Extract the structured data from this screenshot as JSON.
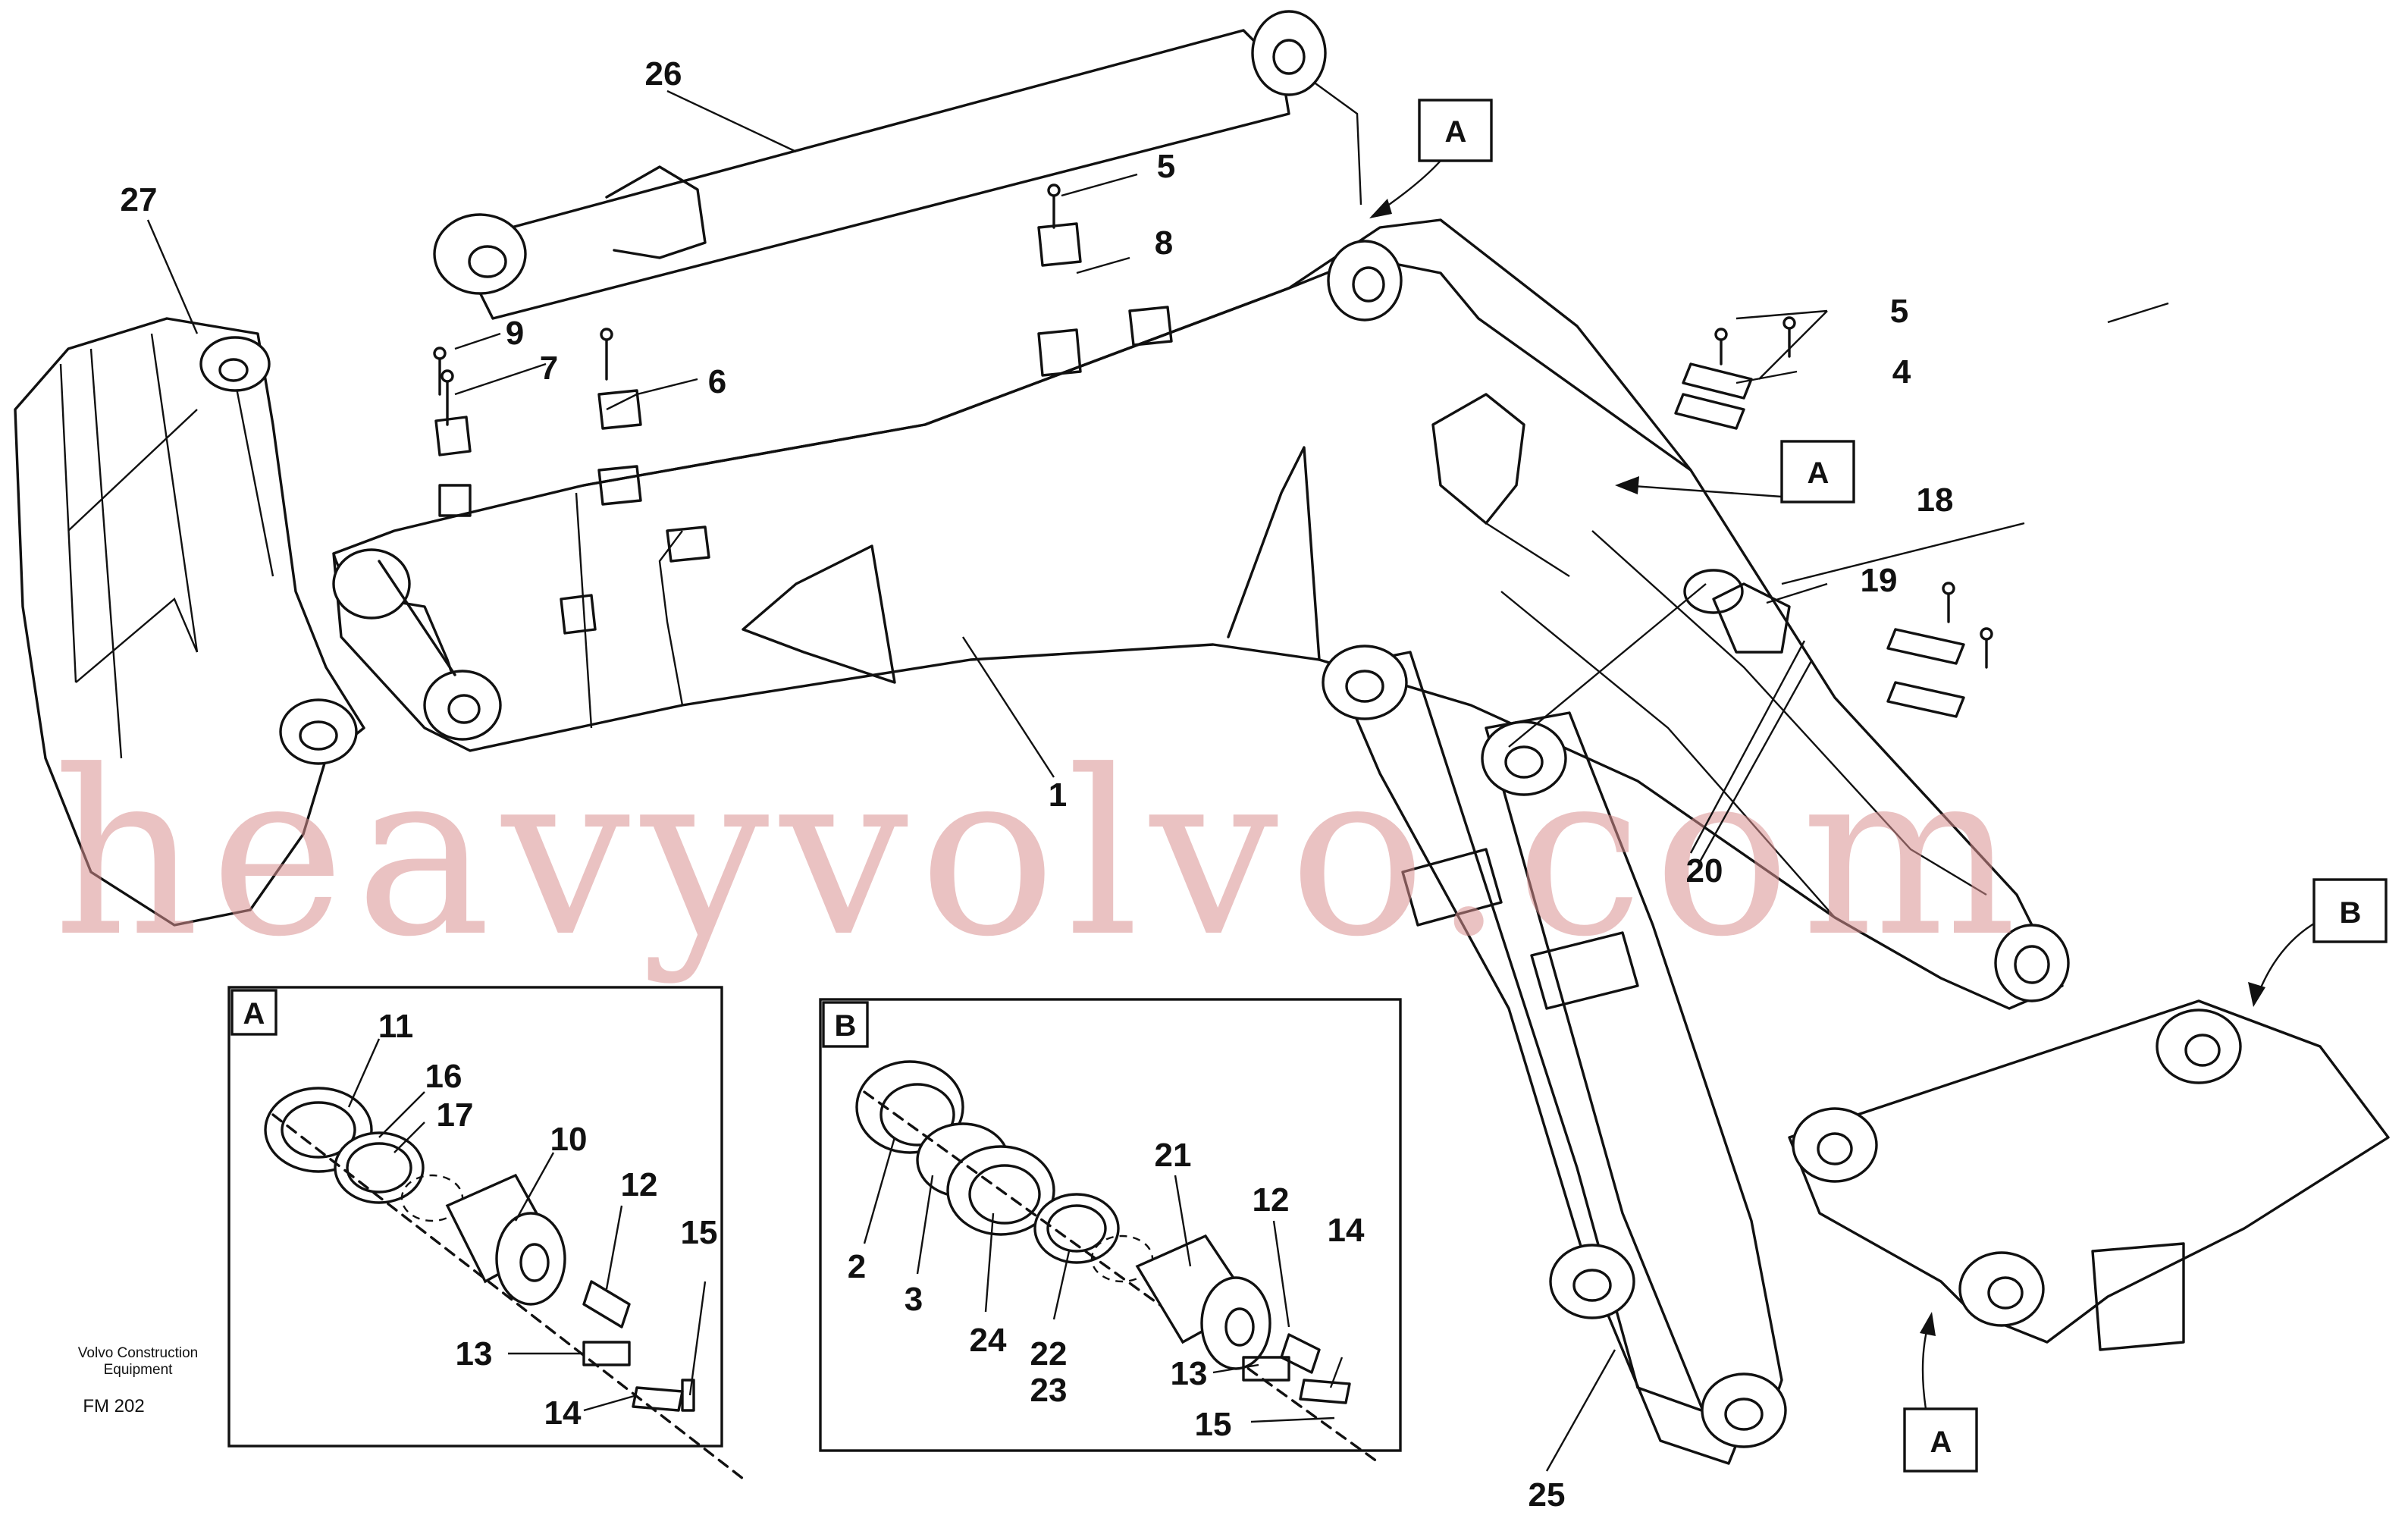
{
  "watermark": "heavyvolvo.com",
  "footer": {
    "company_line1": "Volvo Construction",
    "company_line2": "Equipment",
    "code": "FM 202"
  },
  "reference_letters": {
    "A": "A",
    "B": "B"
  },
  "labels": {
    "n1": "1",
    "n2": "2",
    "n3": "3",
    "n4": "4",
    "n5": "5",
    "n6": "6",
    "n7": "7",
    "n8": "8",
    "n9": "9",
    "n10": "10",
    "n11": "11",
    "n12": "12",
    "n13": "13",
    "n14": "14",
    "n15": "15",
    "n16": "16",
    "n17": "17",
    "n18": "18",
    "n19": "19",
    "n20": "20",
    "n21": "21",
    "n22": "22",
    "n23": "23",
    "n24": "24",
    "n25": "25",
    "n26": "26",
    "n27": "27"
  }
}
